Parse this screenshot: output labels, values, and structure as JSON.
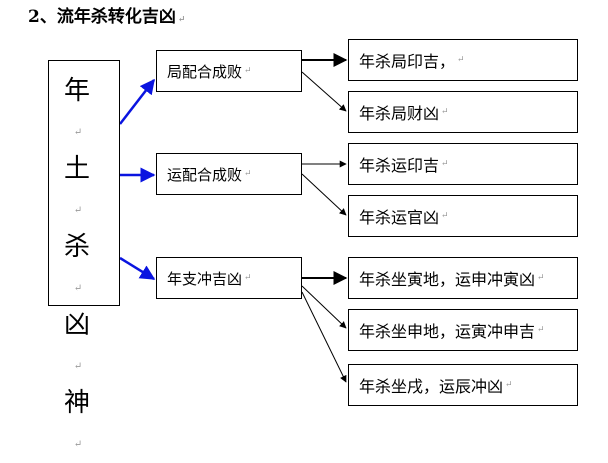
{
  "heading": "2、流年杀转化吉凶",
  "paragraph_mark": "↵",
  "root": {
    "chars": [
      "年",
      "土",
      "杀",
      "凶",
      "神"
    ]
  },
  "branches": [
    {
      "label": "局配合成败",
      "outcomes": [
        "年杀局印吉，",
        "年杀局财凶"
      ]
    },
    {
      "label": "运配合成败",
      "outcomes": [
        "年杀运印吉",
        "年杀运官凶"
      ]
    },
    {
      "label": "年支冲吉凶",
      "outcomes": [
        "年杀坐寅地，运申冲寅凶",
        "年杀坐申地，运寅冲申吉",
        "年杀坐戌，运辰冲凶"
      ]
    }
  ],
  "colors": {
    "root_arrow": "#0a14e0",
    "branch_arrow": "#000000",
    "border": "#000000",
    "paragraph_mark": "#999999"
  }
}
